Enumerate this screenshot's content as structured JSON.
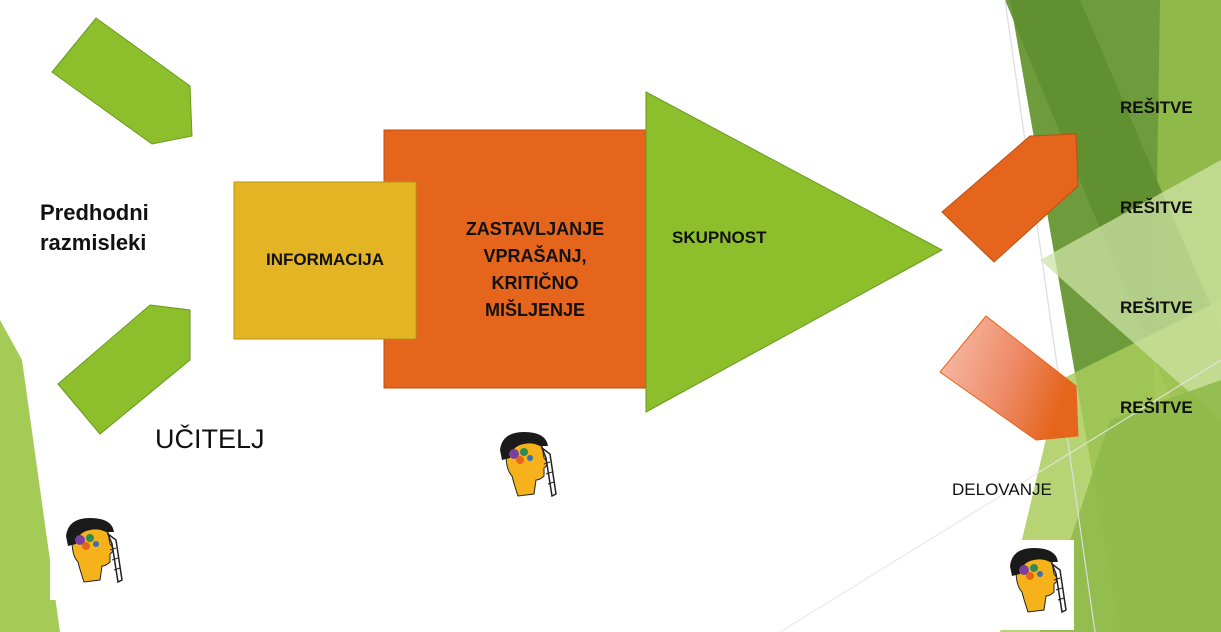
{
  "labels": {
    "prior_thoughts": "Predhodni\nrazmisleki",
    "information": "INFORMACIJA",
    "questioning": "ZASTAVLJANJE\nVPRAŠANJ,\nKRITIČNO\nMIŠLJENJE",
    "community": "SKUPNOST",
    "teacher": "UČITELJ",
    "action": "DELOVANJE",
    "solutions": [
      "REŠITVE",
      "REŠITVE",
      "REŠITVE",
      "REŠITVE"
    ]
  },
  "colors": {
    "green": "#8DBE2C",
    "green_dark": "#5E8F1F",
    "orange": "#E5651C",
    "orange_light": "#F6A48A",
    "gold": "#E3B524",
    "gold_border": "#B89212",
    "bg_green_dark": "#6E9C3C",
    "bg_green_mid": "#8FBA4A",
    "bg_green_light": "#CFE3A6",
    "head_skin": "#F5B21A",
    "head_dark": "#1A1A1A"
  },
  "icons": [
    "thinking-head-icon",
    "thinking-head-icon",
    "thinking-head-icon"
  ]
}
